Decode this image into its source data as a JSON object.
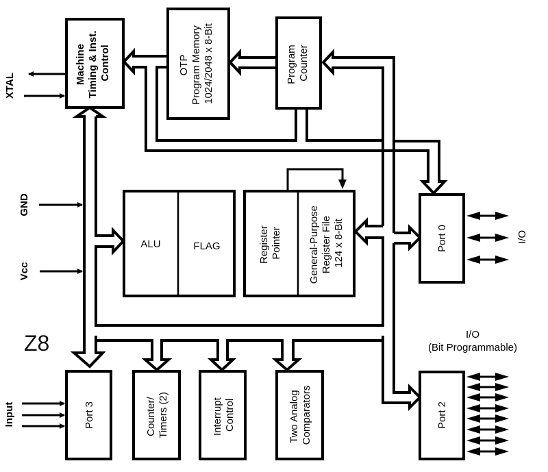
{
  "diagram": {
    "title": "Z8",
    "blocks": {
      "timing": {
        "lines": [
          "Machine",
          "Timing &  Inst.",
          "Control"
        ]
      },
      "program_memory": {
        "lines": [
          "OTP",
          "Program Memory",
          "1024/2048 x 8-Bit"
        ]
      },
      "program_counter": {
        "lines": [
          "Program",
          "Counter"
        ]
      },
      "alu": {
        "label": "ALU"
      },
      "flag": {
        "label": "FLAG"
      },
      "register_pointer": {
        "lines": [
          "Register",
          "Pointer"
        ]
      },
      "register_file": {
        "lines": [
          "General-Purpose",
          "Register File",
          "124 x 8-Bit"
        ]
      },
      "port0": {
        "label": "Port 0"
      },
      "port2": {
        "label": "Port 2"
      },
      "port3": {
        "label": "Port 3"
      },
      "counter_timers": {
        "lines": [
          "Counter/",
          "Timers (2)"
        ]
      },
      "interrupt_control": {
        "lines": [
          "Interrupt",
          "Control"
        ]
      },
      "analog_comparators": {
        "lines": [
          "Two Analog",
          "Comparators"
        ]
      }
    },
    "signals": {
      "xtal": "XTAL",
      "gnd": "GND",
      "vcc": "Vcc",
      "input": "Input",
      "port0_io": "I/O",
      "port2_io_line1": "I/O",
      "port2_io_line2": "(Bit Programmable)"
    }
  }
}
